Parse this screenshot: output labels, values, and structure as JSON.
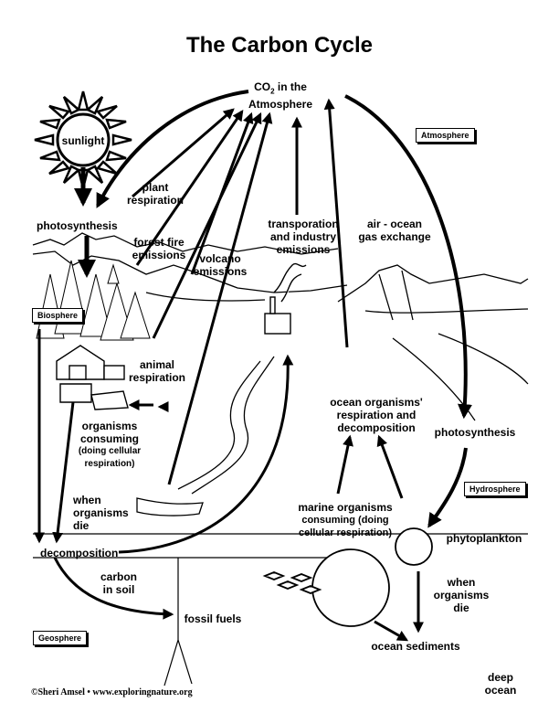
{
  "title": "The Carbon Cycle",
  "atmosphere_co2": {
    "prefix": "CO",
    "subscript": "2",
    "line1_rest": " in the",
    "line2": "Atmosphere"
  },
  "zones": {
    "atmosphere": "Atmosphere",
    "biosphere": "Biosphere",
    "hydrosphere": "Hydrosphere",
    "geosphere": "Geosphere"
  },
  "labels": {
    "sunlight": "sunlight",
    "photosynthesis_land": "photosynthesis",
    "plant_respiration": [
      "plant",
      "respiration"
    ],
    "forest_fire": [
      "forest fire",
      "emissions"
    ],
    "volcano": [
      "volcano",
      "emissions"
    ],
    "transportation": [
      "transporation",
      "and industry",
      "emissions"
    ],
    "air_ocean": [
      "air - ocean",
      "gas exchange"
    ],
    "animal_respiration": [
      "animal",
      "respiration"
    ],
    "organisms_consuming": [
      "organisms",
      "consuming",
      "(doing cellular",
      "respiration)"
    ],
    "ocean_respiration": [
      "ocean organisms'",
      "respiration and",
      "decomposition"
    ],
    "photosynthesis_ocean": "photosynthesis",
    "when_die_land": [
      "when",
      "organisms",
      "die"
    ],
    "decomposition": "decomposition",
    "marine_consuming": [
      "marine organisms",
      "consuming (doing",
      "cellular respiration)"
    ],
    "phytoplankton": "phytoplankton",
    "carbon_soil": [
      "carbon",
      "in soil"
    ],
    "fossil_fuels": "fossil fuels",
    "when_die_ocean": [
      "when",
      "organisms",
      "die"
    ],
    "ocean_sediments": "ocean sediments",
    "deep_ocean": [
      "deep",
      "ocean"
    ]
  },
  "credit": "©Sheri Amsel • www.exploringnature.org"
}
